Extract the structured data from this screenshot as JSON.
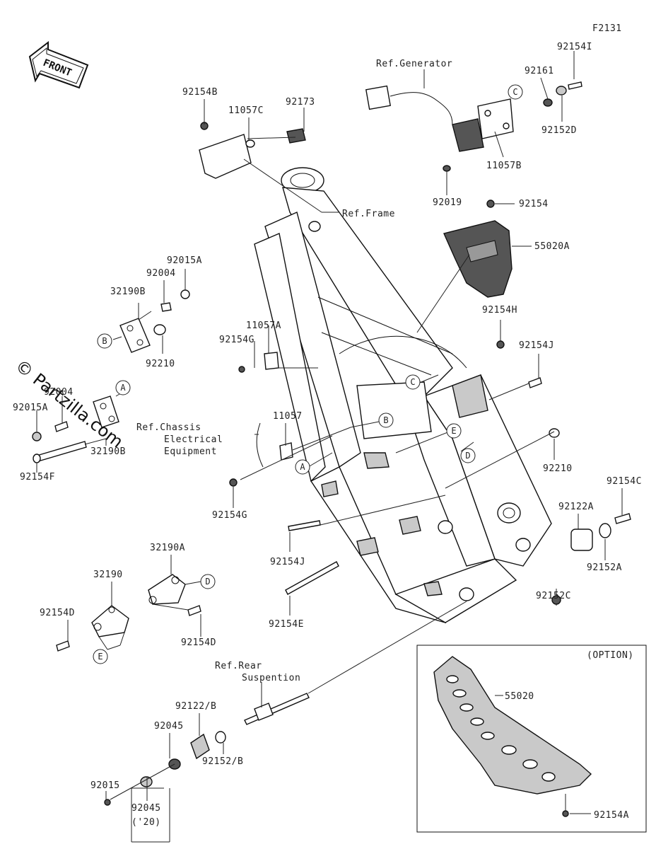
{
  "figure_id": "F2131",
  "front_label": "FRONT",
  "watermark": "© Partzilla.com",
  "option_label": "(OPTION)",
  "references": {
    "generator": "Ref.Generator",
    "frame": "Ref.Frame",
    "chassis_line1": "Ref.Chassis",
    "chassis_line2": "Electrical",
    "chassis_line3": "Equipment",
    "rear_line1": "Ref.Rear",
    "rear_line2": "Suspention"
  },
  "part_labels": {
    "p92154I": "92154I",
    "p92161": "92161",
    "p92152D": "92152D",
    "p11057B": "11057B",
    "p92019": "92019",
    "p92154": "92154",
    "p55020A": "55020A",
    "p92154B": "92154B",
    "p11057C": "11057C",
    "p92173": "92173",
    "p92015A_top": "92015A",
    "p92004_top": "92004",
    "p32190B_top": "32190B",
    "p92210_left": "92210",
    "p11057A": "11057A",
    "p92154G_top": "92154G",
    "p92154H": "92154H",
    "p92154J_right": "92154J",
    "p92004_left": "92004",
    "p92015A_left": "92015A",
    "p32190B_left": "32190B",
    "p92154F": "92154F",
    "p11057": "11057",
    "p92154G_bottom": "92154G",
    "p92210_right": "92210",
    "p92154C": "92154C",
    "p92122A": "92122A",
    "p92152A": "92152A",
    "p92152C": "92152C",
    "p92154J_center": "92154J",
    "p92154E": "92154E",
    "p32190A": "32190A",
    "p32190": "32190",
    "p92154D_left": "92154D",
    "p92154D_center": "92154D",
    "p92122B": "92122/B",
    "p92045_top": "92045",
    "p92015": "92015",
    "p92152B": "92152/B",
    "p92045_bottom": "92045",
    "p20": "('20)",
    "p55020": "55020",
    "p92154A": "92154A"
  },
  "callouts": {
    "A": "A",
    "B": "B",
    "C": "C",
    "D": "D",
    "E": "E"
  }
}
